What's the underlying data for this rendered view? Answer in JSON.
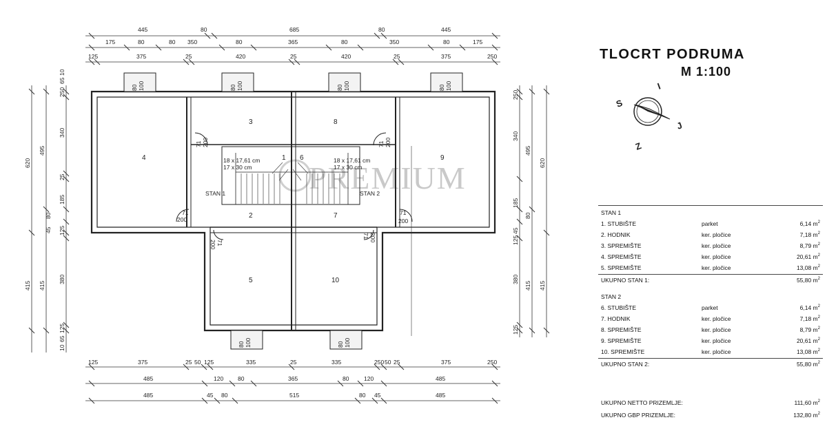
{
  "title": {
    "line1": "TLOCRT PODRUMA",
    "line2": "M 1:100"
  },
  "compass": {
    "letters": [
      "S",
      "I",
      "J",
      "Z"
    ]
  },
  "watermark": "PREMIUM",
  "plan": {
    "rooms": [
      "1",
      "2",
      "3",
      "4",
      "5",
      "6",
      "7",
      "8",
      "9",
      "10"
    ],
    "units": [
      "STAN 1",
      "STAN 2"
    ],
    "stair_labels": {
      "left": [
        "18 x 17,61 cm",
        "17 x 30 cm"
      ],
      "right": [
        "18 x 17,61 cm",
        "17 x 30 cm"
      ]
    },
    "door_labels": [
      "71",
      "200",
      "71",
      "200",
      "71",
      "200",
      "71",
      "200",
      "71",
      "200",
      "71",
      "200"
    ],
    "window_labels": [
      "80",
      "100"
    ],
    "dims_top_row1": [
      "445",
      "80",
      "685",
      "80",
      "445"
    ],
    "dims_top_row2": [
      "175",
      "80",
      "80",
      "350",
      "80",
      "365",
      "80",
      "350",
      "80",
      "175"
    ],
    "dims_top_row3": [
      "125",
      "375",
      "25",
      "420",
      "25",
      "420",
      "25",
      "375",
      "250"
    ],
    "dims_bottom_row1": [
      "125",
      "375",
      "25",
      "50",
      "125",
      "335",
      "25",
      "335",
      "250",
      "50",
      "25",
      "375",
      "250"
    ],
    "dims_bottom_row2": [
      "485",
      "120",
      "80",
      "365",
      "80",
      "120",
      "485"
    ],
    "dims_bottom_row3": [
      "485",
      "45",
      "80",
      "515",
      "80",
      "45",
      "485"
    ],
    "dims_left_outer": [
      "620",
      "415"
    ],
    "dims_left_mid": [
      "495",
      "415"
    ],
    "dims_left_inner": [
      "250",
      "65",
      "10",
      "340",
      "25",
      "185",
      "45",
      "80",
      "125",
      "380",
      "125",
      "65",
      "10"
    ],
    "dims_right_inner": [
      "250",
      "340",
      "185",
      "45",
      "80",
      "125",
      "380",
      "125"
    ],
    "dims_right_mid": [
      "495",
      "415"
    ],
    "dims_right_outer": [
      "620",
      "415"
    ]
  },
  "table": {
    "stan1": {
      "title": "STAN 1",
      "rows": [
        {
          "name": "1. STUBIŠTE",
          "floor": "parket",
          "area": "6,14 m",
          "unit": "2"
        },
        {
          "name": "2. HODNIK",
          "floor": "ker. pločice",
          "area": "7,18 m",
          "unit": "2"
        },
        {
          "name": "3. SPREMIŠTE",
          "floor": "ker. pločice",
          "area": "8,79 m",
          "unit": "2"
        },
        {
          "name": "4. SPREMIŠTE",
          "floor": "ker. pločice",
          "area": "20,61 m",
          "unit": "2"
        },
        {
          "name": "5. SPREMIŠTE",
          "floor": "ker. pločice",
          "area": "13,08 m",
          "unit": "2"
        }
      ],
      "total_label": "UKUPNO STAN 1:",
      "total_area": "55,80 m",
      "total_unit": "2"
    },
    "stan2": {
      "title": "STAN 2",
      "rows": [
        {
          "name": "6. STUBIŠTE",
          "floor": "parket",
          "area": "6,14 m",
          "unit": "2"
        },
        {
          "name": "7. HODNIK",
          "floor": "ker. pločice",
          "area": "7,18 m",
          "unit": "2"
        },
        {
          "name": "8. SPREMIŠTE",
          "floor": "ker. pločice",
          "area": "8,79 m",
          "unit": "2"
        },
        {
          "name": "9. SPREMIŠTE",
          "floor": "ker. pločice",
          "area": "20,61 m",
          "unit": "2"
        },
        {
          "name": "10. SPREMIŠTE",
          "floor": "ker. pločice",
          "area": "13,08 m",
          "unit": "2"
        }
      ],
      "total_label": "UKUPNO STAN 2:",
      "total_area": "55,80 m",
      "total_unit": "2"
    },
    "netto_label": "UKUPNO NETTO PRIZEMLJE:",
    "netto_area": "111,60 m",
    "netto_unit": "2",
    "gbp_label": "UKUPNO GBP PRIZEMLJE:",
    "gbp_area": "132,80 m",
    "gbp_unit": "2"
  }
}
